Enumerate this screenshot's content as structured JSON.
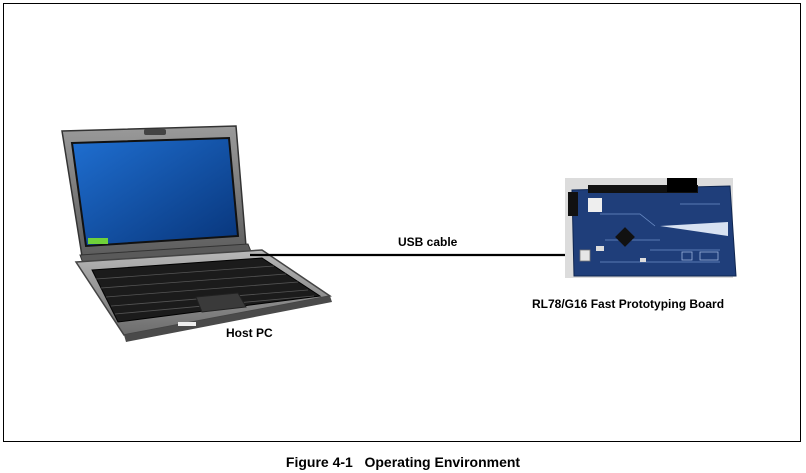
{
  "diagram": {
    "host_label": "Host PC",
    "cable_label": "USB cable",
    "board_label": "RL78/G16 Fast Prototyping Board",
    "caption": "Figure 4-1   Operating Environment"
  },
  "colors": {
    "screen": "#0b4fa3",
    "laptop_body": "#8e8e8e",
    "board_pcb": "#1f3e7a",
    "cable": "#000000"
  }
}
